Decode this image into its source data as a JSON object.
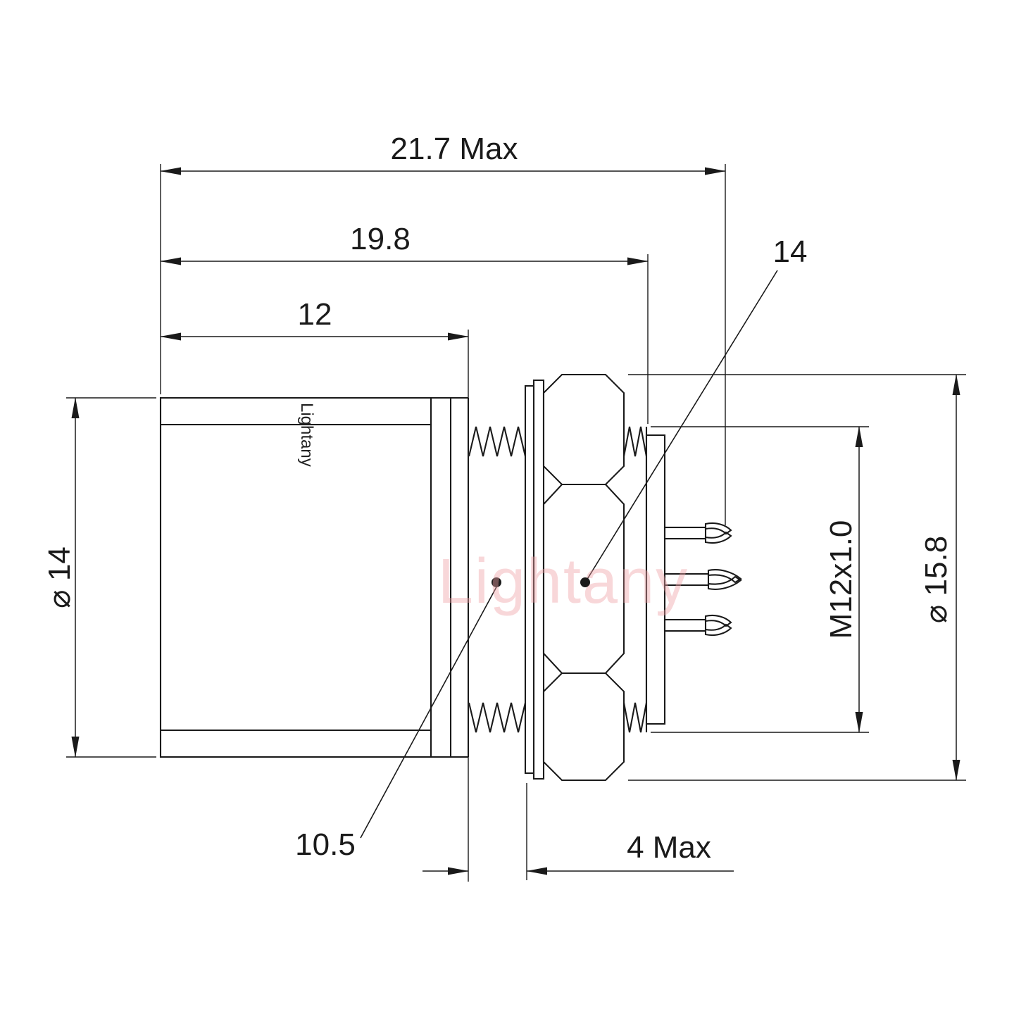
{
  "watermark": "Lightany",
  "brand_marking": "Lightany",
  "dimensions": {
    "total_length": "21.7 Max",
    "length_to_panel": "19.8",
    "front_length": "12",
    "pin_ref": "14",
    "body_diameter": "⌀ 14",
    "thread_spec": "M12x1.0",
    "hex_diameter": "⌀ 15.8",
    "inner_diameter": "10.5",
    "panel_thickness": "4 Max"
  }
}
